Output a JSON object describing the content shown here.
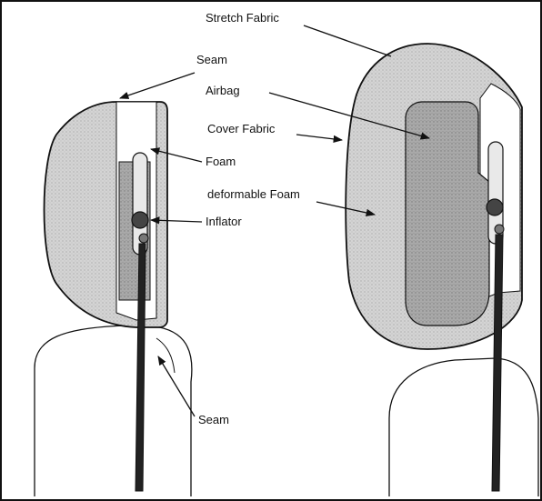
{
  "labels": {
    "stretch_fabric": "Stretch Fabric",
    "seam_top": "Seam",
    "airbag": "Airbag",
    "cover_fabric": "Cover Fabric",
    "foam": "Foam",
    "deformable_foam": "deformable Foam",
    "inflator": "Inflator",
    "seam_bottom": "Seam"
  },
  "colors": {
    "line": "#111111",
    "background": "#ffffff",
    "fabric_fill": "#cfcfcf",
    "airbag_fill": "#a8a8a8",
    "foam_fill": "#ffffff",
    "inflator_fill": "#444444",
    "post": "#222222"
  }
}
